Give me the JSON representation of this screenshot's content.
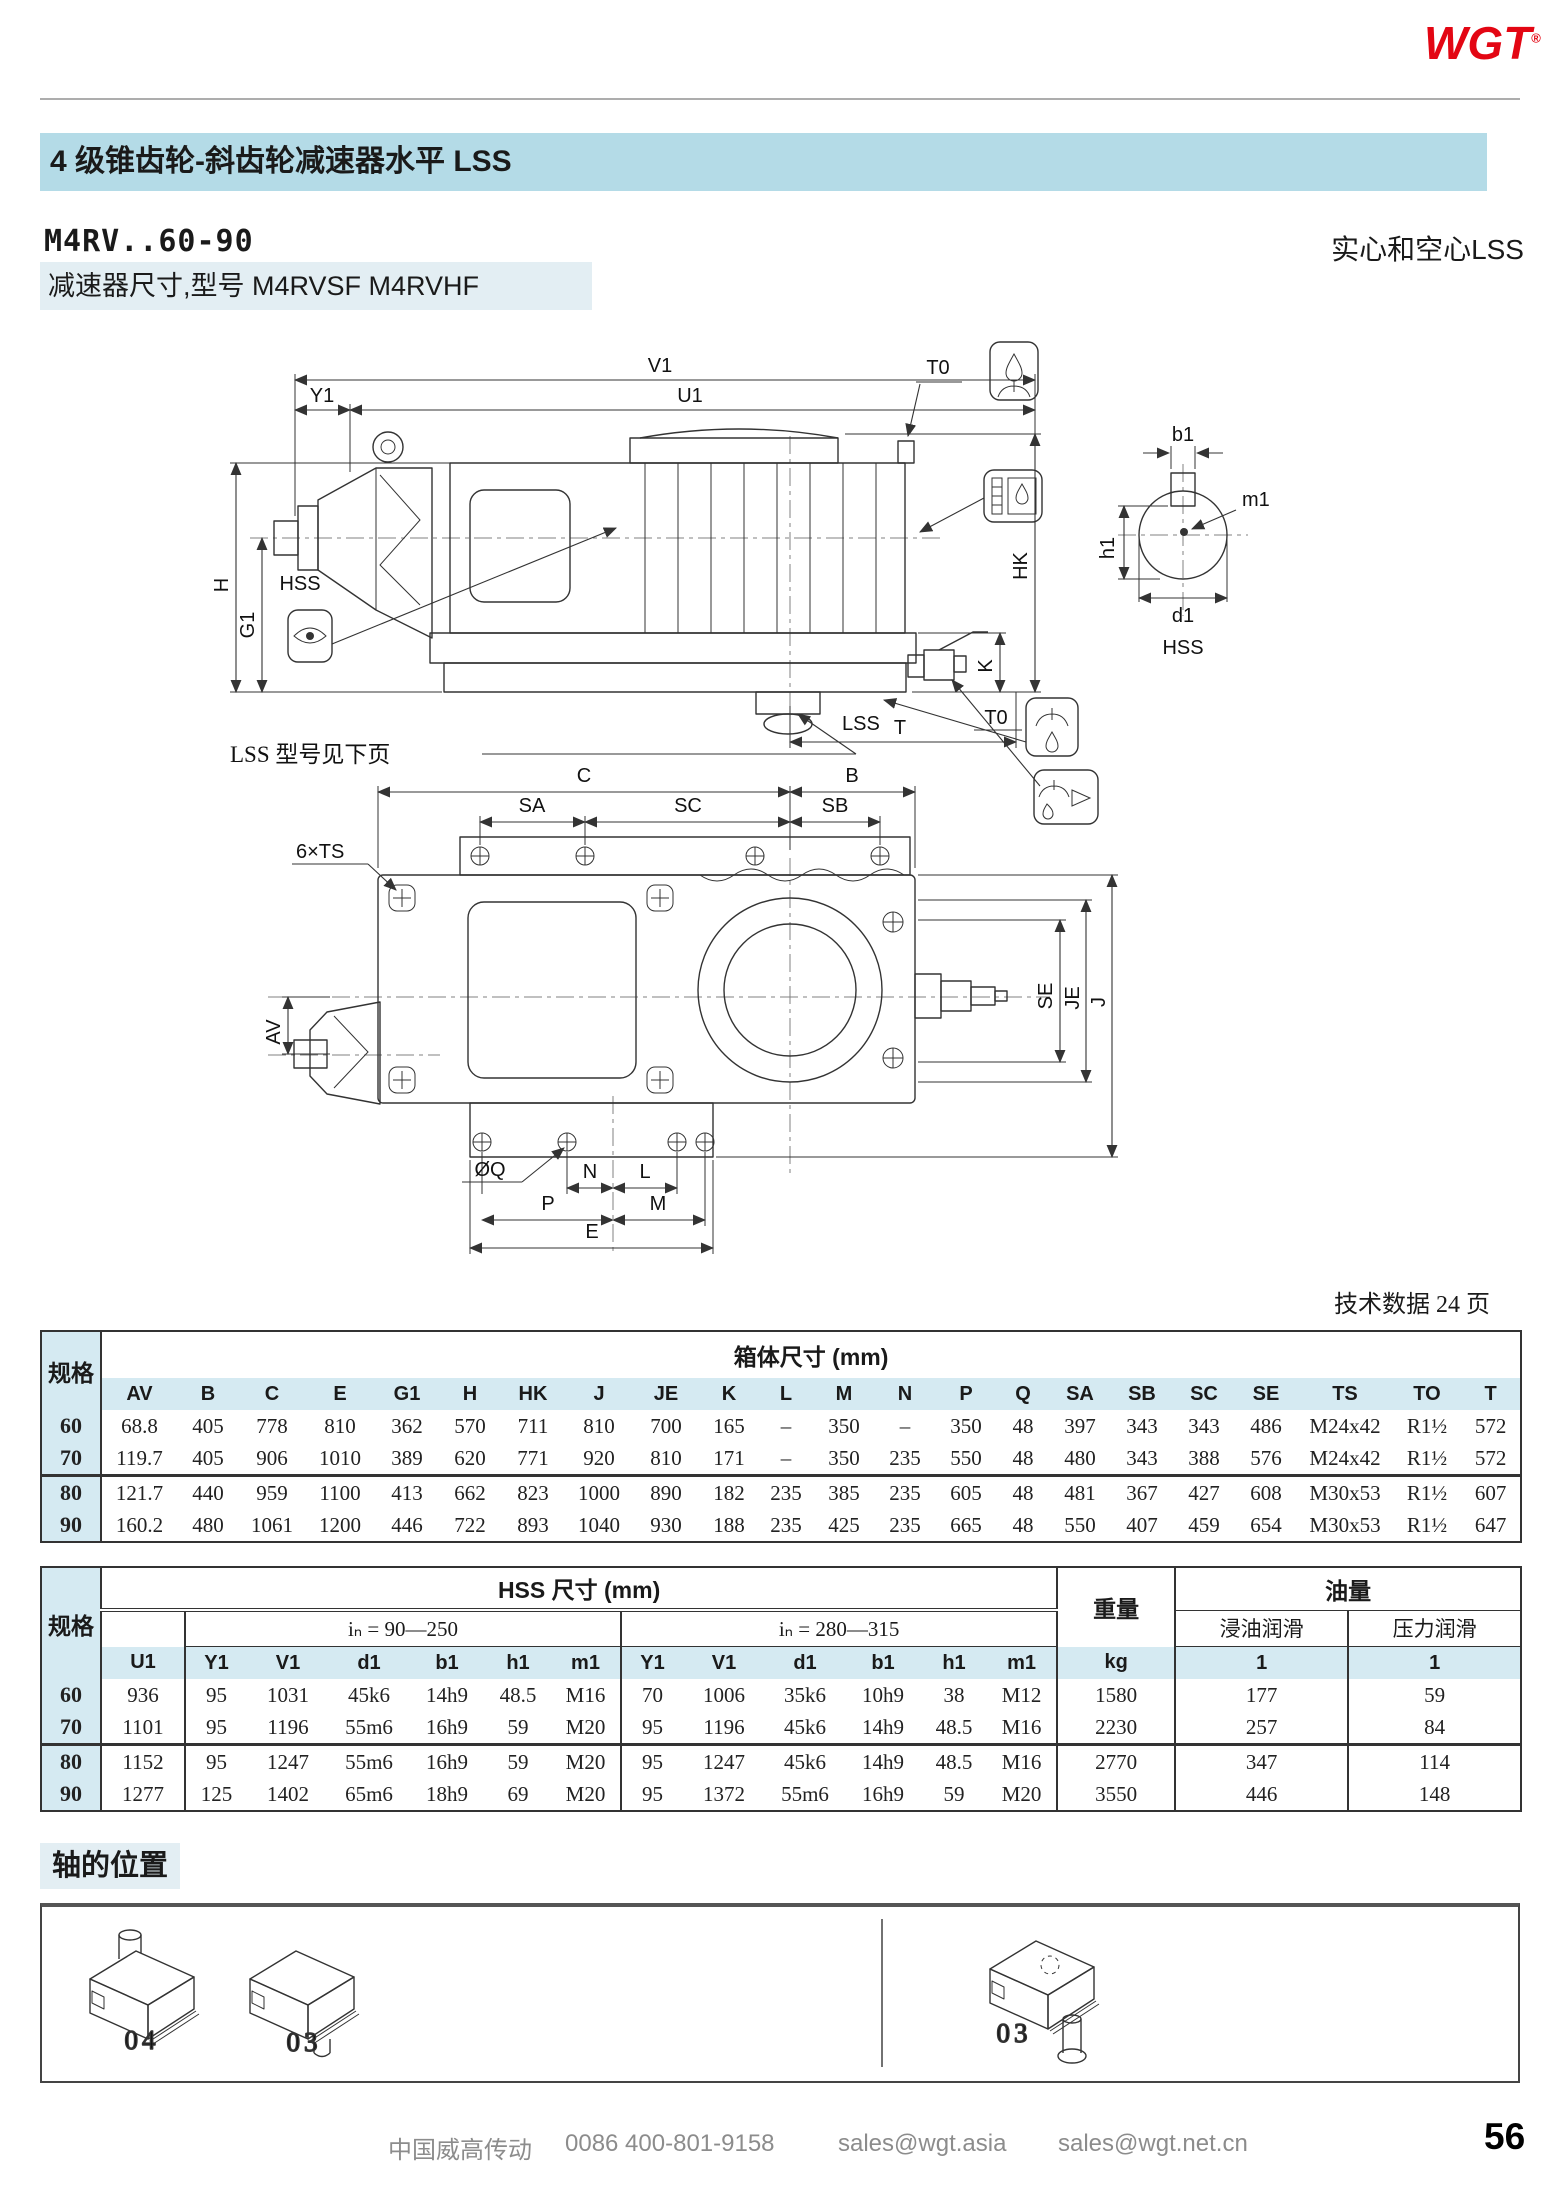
{
  "brand": {
    "logo_text": "WGT",
    "registered_mark": "®"
  },
  "page": {
    "section_title": "4 级锥齿轮-斜齿轮减速器水平 LSS",
    "model_code": "M4RV..60-90",
    "shaft_note": "实心和空心LSS",
    "dim_title": "减速器尺寸,型号 M4RVSF  M4RVHF",
    "tech_note": "技术数据 24 页",
    "axis_title": "轴的位置",
    "page_number": "56"
  },
  "drawing": {
    "lss_note": "LSS 型号见下页",
    "labels": {
      "v1": "V1",
      "y1": "Y1",
      "u1": "U1",
      "to": "T0",
      "hk": "HK",
      "k": "K",
      "t": "T",
      "h": "H",
      "g1": "G1",
      "hss": "HSS",
      "lss": "LSS",
      "b1": "b1",
      "m1": "m1",
      "h1": "h1",
      "d1": "d1",
      "hss2": "HSS",
      "c": "C",
      "b": "B",
      "sa": "SA",
      "sc": "SC",
      "sb": "SB",
      "ts": "6×TS",
      "se": "SE",
      "je": "JE",
      "j": "J",
      "av": "AV",
      "q": "ØQ",
      "n": "N",
      "l": "L",
      "p": "P",
      "m": "M",
      "e": "E"
    }
  },
  "table1": {
    "spec_header": "规格",
    "title": "箱体尺寸 (mm)",
    "columns": [
      "AV",
      "B",
      "C",
      "E",
      "G1",
      "H",
      "HK",
      "J",
      "JE",
      "K",
      "L",
      "M",
      "N",
      "P",
      "Q",
      "SA",
      "SB",
      "SC",
      "SE",
      "TS",
      "TO",
      "T"
    ],
    "rows": [
      {
        "spec": "60",
        "values": [
          "68.8",
          "405",
          "778",
          "810",
          "362",
          "570",
          "711",
          "810",
          "700",
          "165",
          "–",
          "350",
          "–",
          "350",
          "48",
          "397",
          "343",
          "343",
          "486",
          "M24x42",
          "R1½",
          "572"
        ]
      },
      {
        "spec": "70",
        "values": [
          "119.7",
          "405",
          "906",
          "1010",
          "389",
          "620",
          "771",
          "920",
          "810",
          "171",
          "–",
          "350",
          "235",
          "550",
          "48",
          "480",
          "343",
          "388",
          "576",
          "M24x42",
          "R1½",
          "572"
        ]
      },
      {
        "spec": "80",
        "values": [
          "121.7",
          "440",
          "959",
          "1100",
          "413",
          "662",
          "823",
          "1000",
          "890",
          "182",
          "235",
          "385",
          "235",
          "605",
          "48",
          "481",
          "367",
          "427",
          "608",
          "M30x53",
          "R1½",
          "607"
        ]
      },
      {
        "spec": "90",
        "values": [
          "160.2",
          "480",
          "1061",
          "1200",
          "446",
          "722",
          "893",
          "1040",
          "930",
          "188",
          "235",
          "425",
          "235",
          "665",
          "48",
          "550",
          "407",
          "459",
          "654",
          "M30x53",
          "R1½",
          "647"
        ]
      }
    ]
  },
  "table2": {
    "spec_header": "规格",
    "title": "HSS 尺寸 (mm)",
    "weight_header": "重量",
    "oil_header": "油量",
    "range1": "iₙ = 90—250",
    "range2": "iₙ = 280—315",
    "oil_col1": "浸油润滑",
    "oil_col2": "压力润滑",
    "subcols": [
      "U1",
      "Y1",
      "V1",
      "d1",
      "b1",
      "h1",
      "m1",
      "Y1",
      "V1",
      "d1",
      "b1",
      "h1",
      "m1"
    ],
    "weight_unit": "kg",
    "oil_unit1": "1",
    "oil_unit2": "1",
    "rows": [
      {
        "spec": "60",
        "values": [
          "936",
          "95",
          "1031",
          "45k6",
          "14h9",
          "48.5",
          "M16",
          "70",
          "1006",
          "35k6",
          "10h9",
          "38",
          "M12",
          "1580",
          "177",
          "59"
        ]
      },
      {
        "spec": "70",
        "values": [
          "1101",
          "95",
          "1196",
          "55m6",
          "16h9",
          "59",
          "M20",
          "95",
          "1196",
          "45k6",
          "14h9",
          "48.5",
          "M16",
          "2230",
          "257",
          "84"
        ]
      },
      {
        "spec": "80",
        "values": [
          "1152",
          "95",
          "1247",
          "55m6",
          "16h9",
          "59",
          "M20",
          "95",
          "1247",
          "45k6",
          "14h9",
          "48.5",
          "M16",
          "2770",
          "347",
          "114"
        ]
      },
      {
        "spec": "90",
        "values": [
          "1277",
          "125",
          "1402",
          "65m6",
          "18h9",
          "69",
          "M20",
          "95",
          "1372",
          "55m6",
          "16h9",
          "59",
          "M20",
          "3550",
          "446",
          "148"
        ]
      }
    ]
  },
  "axis_diagrams": {
    "labels": [
      "04",
      "03",
      "03"
    ]
  },
  "footer": {
    "company": "中国威高传动",
    "phone": "0086 400-801-9158",
    "email_1": "sales@wgt.asia",
    "email_2": "sales@wgt.net.cn"
  }
}
